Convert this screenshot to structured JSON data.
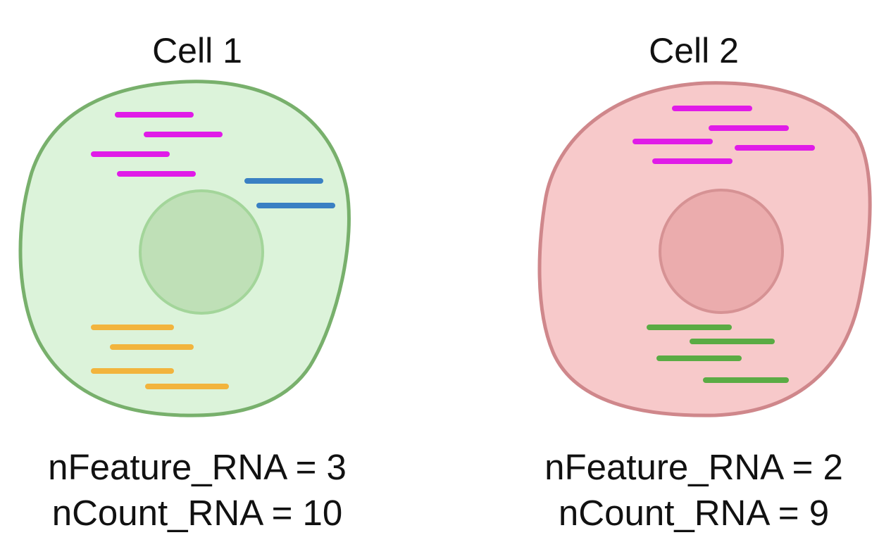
{
  "cells": [
    {
      "title": "Cell 1",
      "membrane_fill": "#dcf3da",
      "membrane_stroke": "#78b06c",
      "nucleus_fill": "#bfe0b7",
      "nucleus_stroke": "#a3d59a",
      "metrics": {
        "nfeature_text": "nFeature_RNA = 3",
        "ncount_text": "nCount_RNA = 10"
      },
      "transcript_groups": [
        {
          "gene": "magenta",
          "color": "#e01be8",
          "count": 4
        },
        {
          "gene": "blue",
          "color": "#3a80c3",
          "count": 2
        },
        {
          "gene": "orange",
          "color": "#f2b43d",
          "count": 4
        }
      ]
    },
    {
      "title": "Cell 2",
      "membrane_fill": "#f7c9ca",
      "membrane_stroke": "#cf878b",
      "nucleus_fill": "#ebacad",
      "nucleus_stroke": "#d69294",
      "metrics": {
        "nfeature_text": "nFeature_RNA = 2",
        "ncount_text": "nCount_RNA = 9"
      },
      "transcript_groups": [
        {
          "gene": "magenta",
          "color": "#e01be8",
          "count": 5
        },
        {
          "gene": "green",
          "color": "#5aab44",
          "count": 4
        }
      ]
    }
  ]
}
